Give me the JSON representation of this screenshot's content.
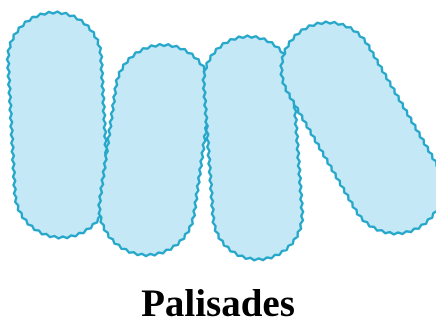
{
  "caption": "Palisades",
  "colors": {
    "cell_fill": "#c4e8f6",
    "cell_outline": "#27a8cb",
    "background": "#ffffff",
    "caption_text": "#000000"
  },
  "cells": [
    {
      "name": "rod-cell-1"
    },
    {
      "name": "rod-cell-2"
    },
    {
      "name": "rod-cell-3"
    },
    {
      "name": "rod-cell-4"
    }
  ]
}
